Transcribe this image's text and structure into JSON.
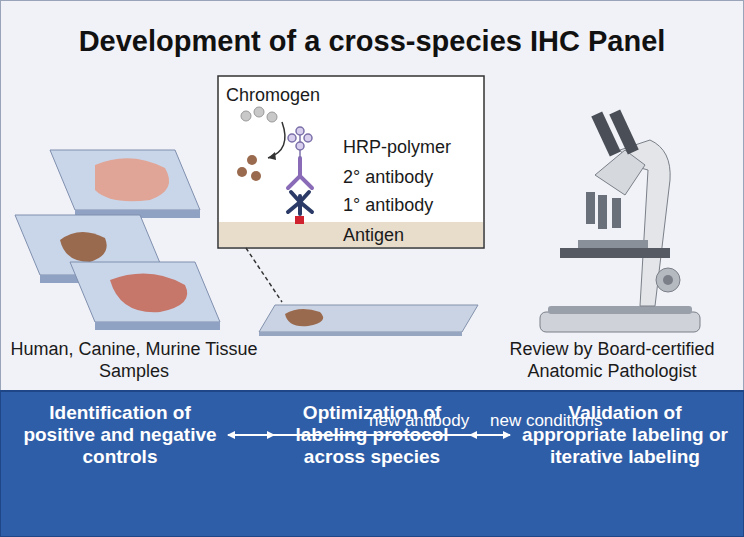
{
  "diagram": {
    "title": "Development of a cross-species IHC Panel",
    "nodes": [
      {
        "text": [
          "Identification of positive and negative controls"
        ]
      },
      {
        "text": [
          "Optimization of labeling protocol across species"
        ]
      },
      {
        "text": [
          "Validation of appropriate labeling or iterative labeling"
        ]
      }
    ],
    "edges": [
      {
        "from": 0,
        "to": 1,
        "arrow": "to"
      },
      {
        "from": 1,
        "to": 2,
        "arrow": "to"
      },
      {
        "from": 2,
        "to": 0,
        "label": "new antibody",
        "arrow": "to"
      },
      {
        "from": 2,
        "to": 1,
        "label": "new conditions",
        "arrow": "to"
      }
    ],
    "labels": [
      "Chromogen",
      "HRP-polymer",
      "2° antibody",
      "1° antibody",
      "Antigen",
      "Human, Canine, Murine Tissue Samples",
      "Review by Board-certified Anatomic Pathologist"
    ]
  }
}
